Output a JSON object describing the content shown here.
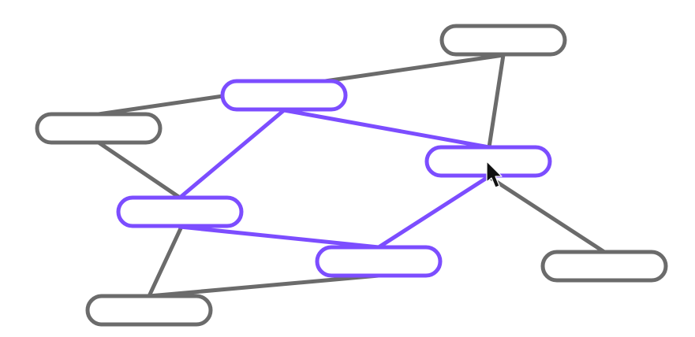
{
  "colors": {
    "background": "#ffffff",
    "default": "#6b6b6b",
    "highlight": "#7c4dff",
    "cursor": "#111111"
  },
  "nodes": [
    {
      "id": "n1",
      "label": "",
      "state": "default"
    },
    {
      "id": "n2",
      "label": "",
      "state": "highlight"
    },
    {
      "id": "n3",
      "label": "",
      "state": "default"
    },
    {
      "id": "n4",
      "label": "",
      "state": "highlight"
    },
    {
      "id": "n5",
      "label": "",
      "state": "highlight"
    },
    {
      "id": "n6",
      "label": "",
      "state": "highlight"
    },
    {
      "id": "n7",
      "label": "",
      "state": "default"
    },
    {
      "id": "n8",
      "label": "",
      "state": "default"
    }
  ],
  "edges": [
    {
      "from": "n3",
      "to": "n1",
      "state": "default"
    },
    {
      "from": "n1",
      "to": "n4",
      "state": "default"
    },
    {
      "from": "n3",
      "to": "n5",
      "state": "default"
    },
    {
      "from": "n5",
      "to": "n8",
      "state": "default"
    },
    {
      "from": "n8",
      "to": "n6",
      "state": "default"
    },
    {
      "from": "n7",
      "to": "n4",
      "state": "default"
    },
    {
      "from": "n2",
      "to": "n5",
      "state": "highlight"
    },
    {
      "from": "n2",
      "to": "n4",
      "state": "highlight"
    },
    {
      "from": "n5",
      "to": "n6",
      "state": "highlight"
    },
    {
      "from": "n6",
      "to": "n4",
      "state": "highlight"
    }
  ]
}
